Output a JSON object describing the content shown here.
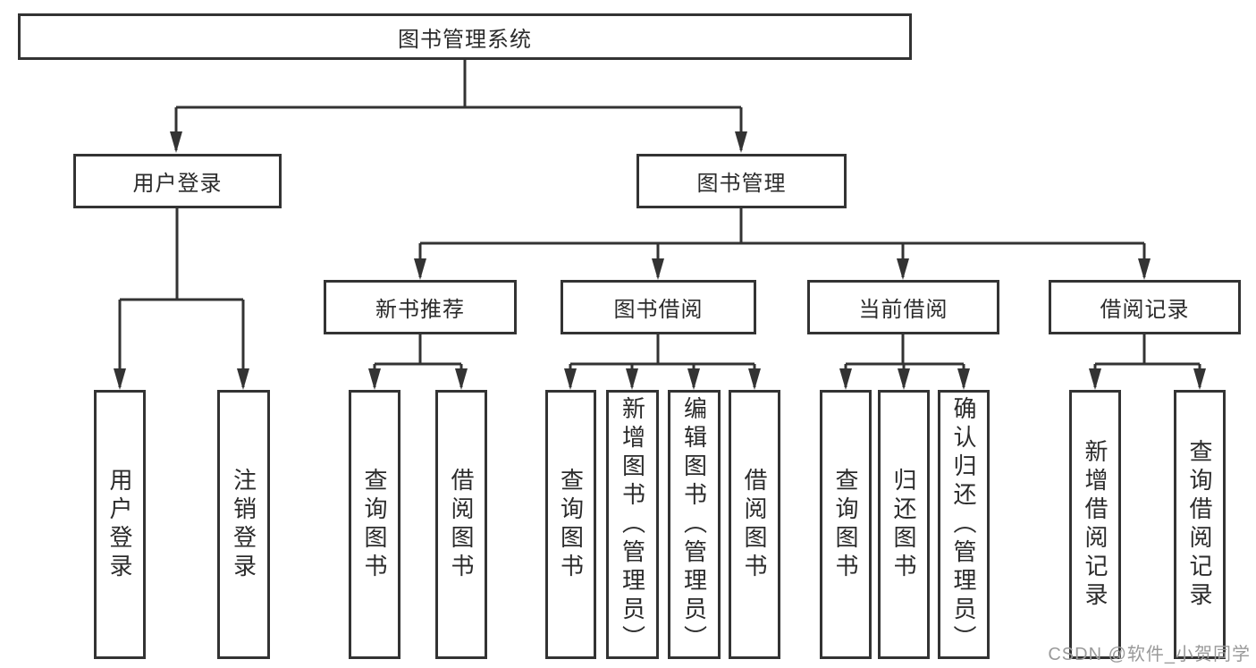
{
  "diagram": {
    "root": {
      "label": "图书管理系统"
    },
    "level2": [
      {
        "label": "用户登录"
      },
      {
        "label": "图书管理"
      }
    ],
    "level3": [
      {
        "label": "新书推荐"
      },
      {
        "label": "图书借阅"
      },
      {
        "label": "当前借阅"
      },
      {
        "label": "借阅记录"
      }
    ],
    "leaves": {
      "user_login": [
        {
          "label": "用户登录"
        },
        {
          "label": "注销登录"
        }
      ],
      "new_book": [
        {
          "label": "查询图书"
        },
        {
          "label": "借阅图书"
        }
      ],
      "book_borrow": [
        {
          "label": "查询图书"
        },
        {
          "label": "新增图书（管理员）"
        },
        {
          "label": "编辑图书（管理员）"
        },
        {
          "label": "借阅图书"
        }
      ],
      "current_borrow": [
        {
          "label": "查询图书"
        },
        {
          "label": "归还图书"
        },
        {
          "label": "确认归还（管理员）"
        }
      ],
      "borrow_record": [
        {
          "label": "新增借阅记录"
        },
        {
          "label": "查询借阅记录"
        }
      ]
    }
  },
  "watermark": {
    "text": "CSDN @软件_小贺同学"
  },
  "colors": {
    "line": "#333333",
    "text": "#2b2b2b",
    "watermark": "#9a9a9a",
    "background": "#ffffff"
  }
}
